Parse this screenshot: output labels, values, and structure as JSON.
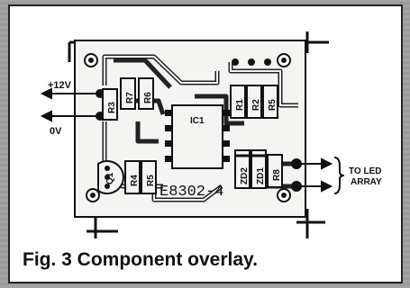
{
  "diagram": {
    "labels": {
      "supply_positive": "+12V",
      "supply_ground": "0V",
      "output": "TO LED\nARRAY",
      "board_code": "E8302-4"
    },
    "components": {
      "r1": "R1",
      "r2": "R2",
      "r3": "R3",
      "r4": "R4",
      "r5": "R5",
      "r6": "R6",
      "r7": "R7",
      "r8": "R8",
      "ic1": "IC1",
      "zd1": "ZD1",
      "zd2": "ZD2",
      "q1": "Q1"
    }
  },
  "caption": "Fig. 3 Component overlay."
}
